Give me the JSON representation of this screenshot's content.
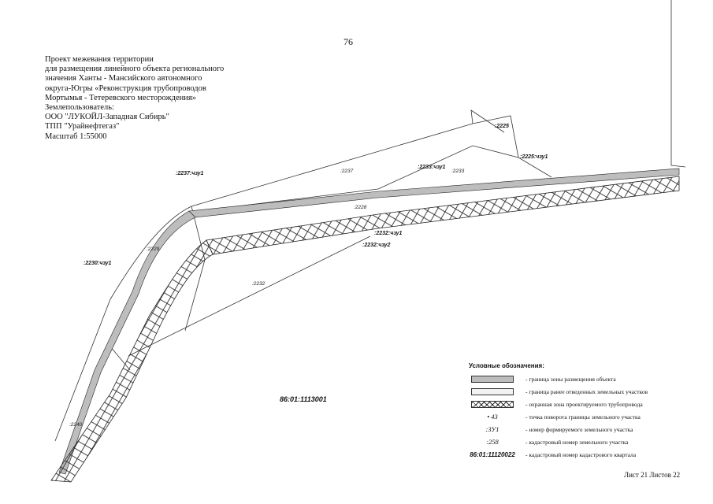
{
  "page_number": "76",
  "title_lines": [
    "Проект межевания территории",
    "для размещения линейного объекта регионального",
    "значения Ханты - Мансийского автономного",
    "округа-Югры «Реконструкция трубопроводов",
    "Мортымья - Тетеревского месторождения»",
    "Землепользователь:",
    "ООО \"ЛУКОЙЛ-Западная Сибирь\"",
    "ТПП \"Урайнефтегаз\"",
    "Масштаб 1:55000"
  ],
  "map": {
    "parcel_labels": [
      ":2225",
      ":2225:чзу1",
      ":2237",
      ":2233:чзу1",
      ":2233",
      ":2237:чзу1",
      ":2228",
      ":2232:чзу1",
      ":2232:чзу2",
      ":2230:чзу1",
      ":2229",
      ":2232",
      ":2240"
    ],
    "quarter_label": "86:01:1113001"
  },
  "legend": {
    "title": "Условные обозначения:",
    "items": [
      {
        "symbol": "",
        "text": "- граница зоны размещения объекта"
      },
      {
        "symbol": "",
        "text": "- граница ранее отведенных земельных участков"
      },
      {
        "symbol": "",
        "text": "- охранная зона проектируемого трубопровода"
      },
      {
        "symbol": "• 43",
        "text": "- точка поворота границы земельного участка"
      },
      {
        "symbol": ":ЗУ1",
        "text": "- номер формируемого земельного участка"
      },
      {
        "symbol": ":258",
        "text": "- кадастровый номер земельного участка"
      },
      {
        "symbol": "86:01:11120022",
        "text": "- кадастровый номер кадастрового квартала"
      }
    ]
  },
  "sheet_info": "Лист 21 Листов 22",
  "colors": {
    "corridor": "#bdbdbd",
    "line": "#222222"
  }
}
